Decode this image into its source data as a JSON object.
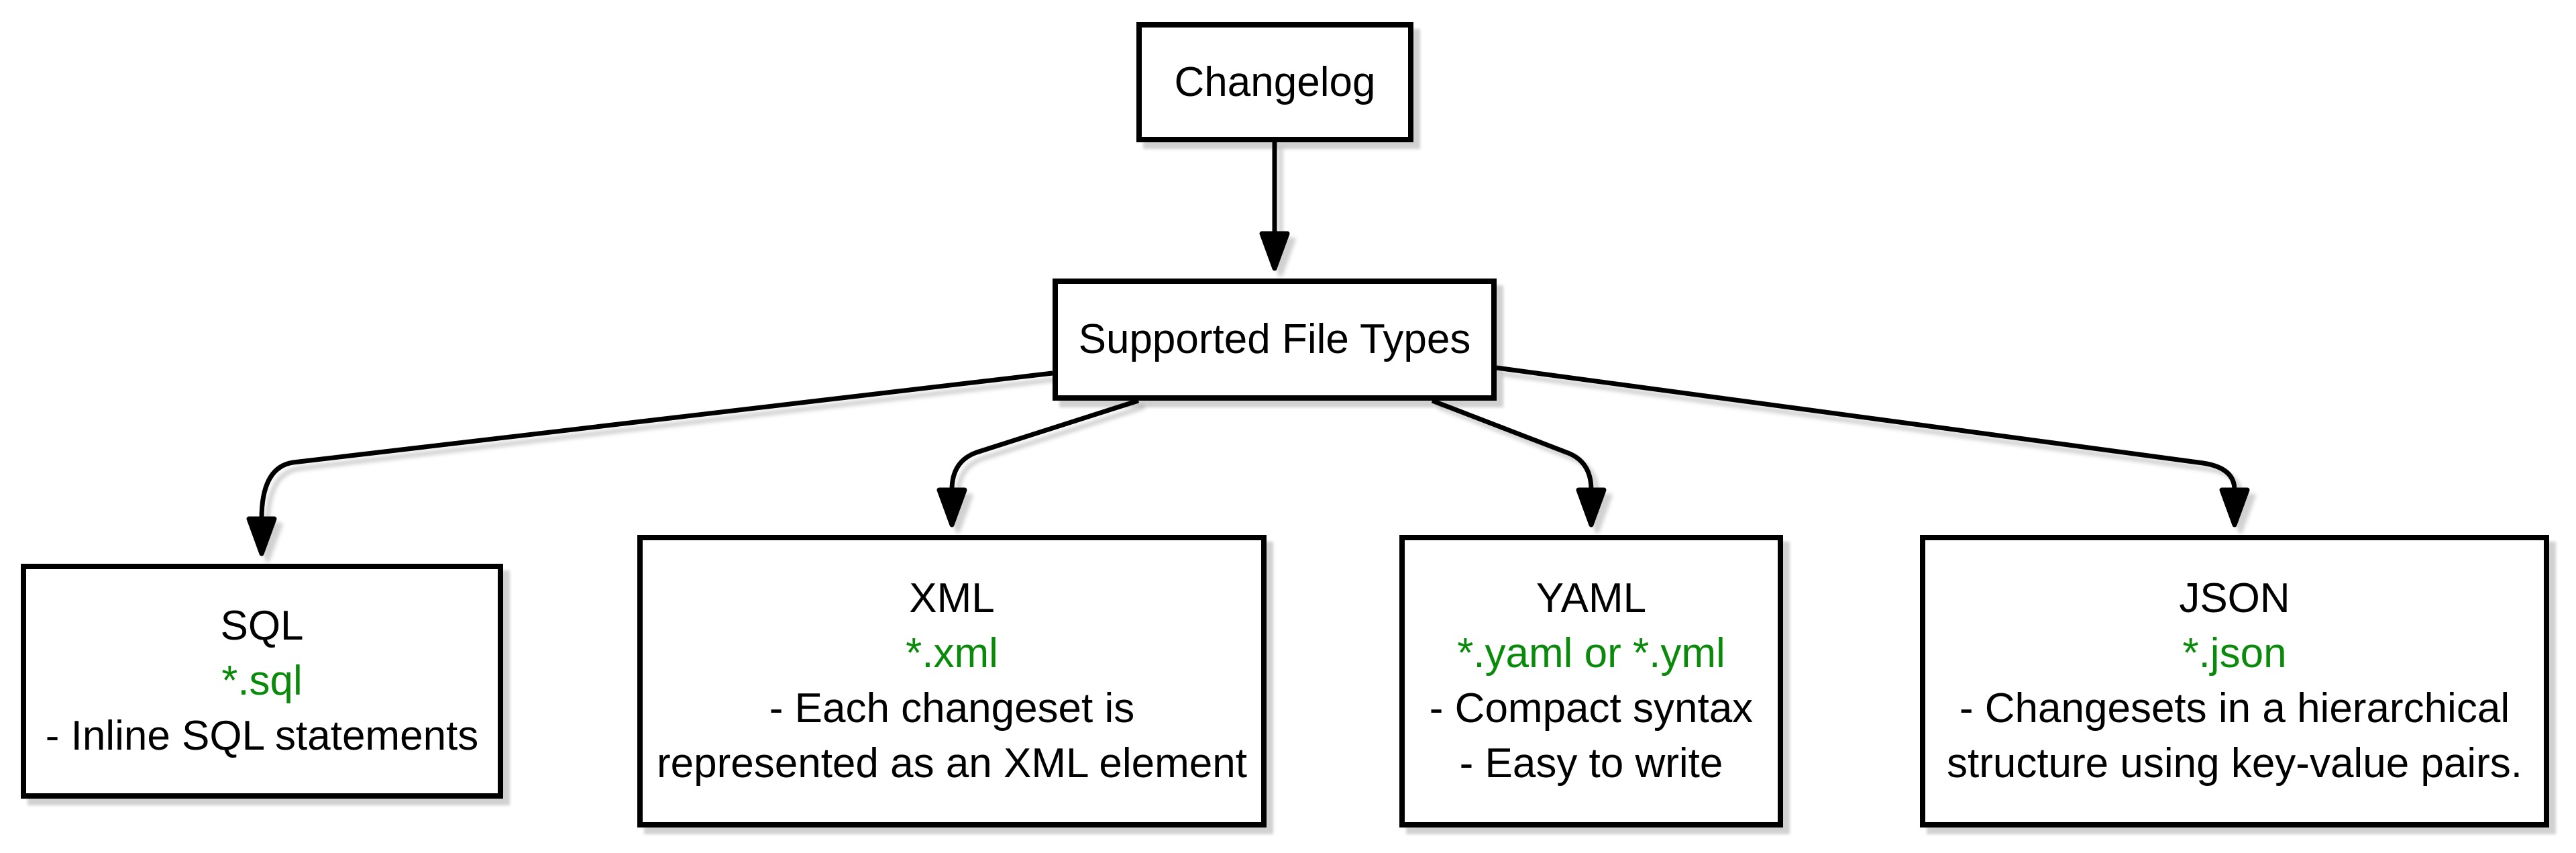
{
  "diagram": {
    "root": {
      "label": "Changelog"
    },
    "hub": {
      "label": "Supported File Types"
    },
    "types": [
      {
        "id": "sql",
        "title": "SQL",
        "pattern": "*.sql",
        "notes": [
          "- Inline SQL statements"
        ]
      },
      {
        "id": "xml",
        "title": "XML",
        "pattern": "*.xml",
        "notes": [
          "- Each changeset is",
          "represented as an XML element"
        ]
      },
      {
        "id": "yaml",
        "title": "YAML",
        "pattern": "*.yaml or *.yml",
        "notes": [
          "- Compact syntax",
          "- Easy to write"
        ]
      },
      {
        "id": "json",
        "title": "JSON",
        "pattern": "*.json",
        "notes": [
          "- Changesets in a hierarchical",
          "structure using key-value pairs."
        ]
      }
    ]
  },
  "colors": {
    "pattern_green": "#0a8a0a",
    "line_black": "#000000",
    "box_background": "#ffffff"
  }
}
